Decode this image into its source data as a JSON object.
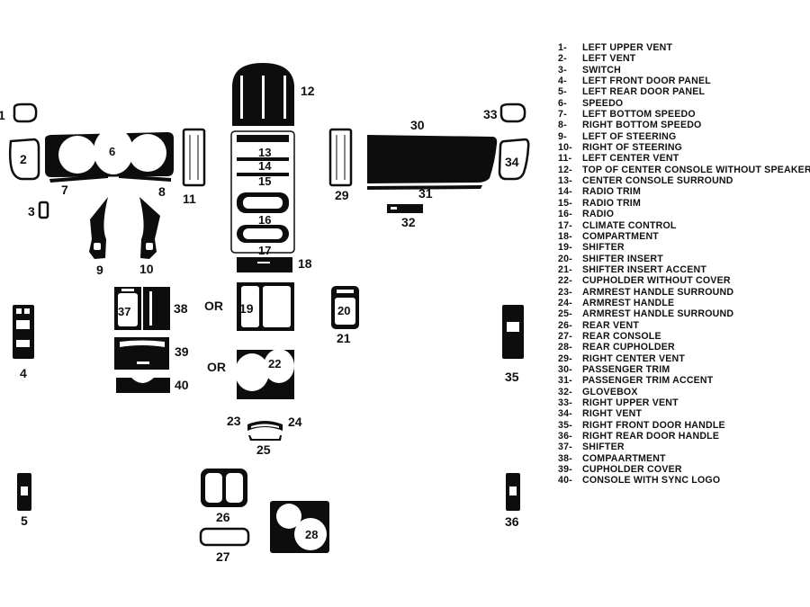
{
  "callouts": {
    "n1": "1",
    "n2": "2",
    "n3": "3",
    "n4": "4",
    "n5": "5",
    "n6": "6",
    "n7": "7",
    "n8": "8",
    "n9": "9",
    "n10": "10",
    "n11": "11",
    "n12": "12",
    "n13": "13",
    "n14": "14",
    "n15": "15",
    "n16": "16",
    "n17": "17",
    "n18": "18",
    "n19": "19",
    "n20": "20",
    "n21": "21",
    "n22": "22",
    "n23": "23",
    "n24": "24",
    "n25": "25",
    "n26": "26",
    "n27": "27",
    "n28": "28",
    "n29": "29",
    "n30": "30",
    "n31": "31",
    "n32": "32",
    "n33": "33",
    "n34": "34",
    "n35": "35",
    "n36": "36",
    "n37": "37",
    "n38": "38",
    "n39": "39",
    "n40": "40"
  },
  "or_labels": [
    "OR",
    "OR"
  ],
  "legend": [
    {
      "num": "1-",
      "text": "LEFT UPPER  VENT"
    },
    {
      "num": "2-",
      "text": "LEFT VENT"
    },
    {
      "num": "3-",
      "text": "SWITCH"
    },
    {
      "num": "4-",
      "text": "LEFT FRONT DOOR PANEL"
    },
    {
      "num": "5-",
      "text": "LEFT REAR DOOR PANEL"
    },
    {
      "num": "6-",
      "text": "SPEEDO"
    },
    {
      "num": "7-",
      "text": "LEFT BOTTOM SPEEDO"
    },
    {
      "num": "8-",
      "text": "RIGHT BOTTOM SPEEDO"
    },
    {
      "num": "9-",
      "text": "LEFT OF STEERING"
    },
    {
      "num": "10-",
      "text": "RIGHT OF STEERING"
    },
    {
      "num": "11-",
      "text": "LEFT CENTER VENT"
    },
    {
      "num": "12-",
      "text": "TOP OF CENTER CONSOLE WITHOUT SPEAKER"
    },
    {
      "num": "13-",
      "text": "CENTER CONSOLE SURROUND"
    },
    {
      "num": "14-",
      "text": "RADIO TRIM"
    },
    {
      "num": "15-",
      "text": "RADIO TRIM"
    },
    {
      "num": "16-",
      "text": "RADIO"
    },
    {
      "num": "17-",
      "text": "CLIMATE CONTROL"
    },
    {
      "num": "18-",
      "text": "COMPARTMENT"
    },
    {
      "num": "19-",
      "text": "SHIFTER"
    },
    {
      "num": "20-",
      "text": "SHIFTER INSERT"
    },
    {
      "num": "21-",
      "text": "SHIFTER INSERT ACCENT"
    },
    {
      "num": "22-",
      "text": "CUPHOLDER WITHOUT COVER"
    },
    {
      "num": "23-",
      "text": "ARMREST HANDLE SURROUND"
    },
    {
      "num": "24-",
      "text": "ARMREST HANDLE"
    },
    {
      "num": "25-",
      "text": "ARMREST HANDLE SURROUND"
    },
    {
      "num": "26-",
      "text": "REAR VENT"
    },
    {
      "num": "27-",
      "text": "REAR  CONSOLE"
    },
    {
      "num": "28-",
      "text": "REAR CUPHOLDER"
    },
    {
      "num": "29-",
      "text": "RIGHT CENTER VENT"
    },
    {
      "num": "30-",
      "text": "PASSENGER TRIM"
    },
    {
      "num": "31-",
      "text": "PASSENGER TRIM ACCENT"
    },
    {
      "num": "32-",
      "text": "GLOVEBOX"
    },
    {
      "num": "33-",
      "text": "RIGHT UPPER VENT"
    },
    {
      "num": "34-",
      "text": "RIGHT VENT"
    },
    {
      "num": "35-",
      "text": "RIGHT FRONT DOOR HANDLE"
    },
    {
      "num": "36-",
      "text": "RIGHT REAR DOOR HANDLE"
    },
    {
      "num": "37-",
      "text": "SHIFTER"
    },
    {
      "num": "38-",
      "text": "COMPAARTMENT"
    },
    {
      "num": "39-",
      "text": "CUPHOLDER COVER"
    },
    {
      "num": "40-",
      "text": "CONSOLE WITH SYNC LOGO"
    }
  ],
  "colors": {
    "ink": "#0d0d0d",
    "paper": "#ffffff"
  }
}
